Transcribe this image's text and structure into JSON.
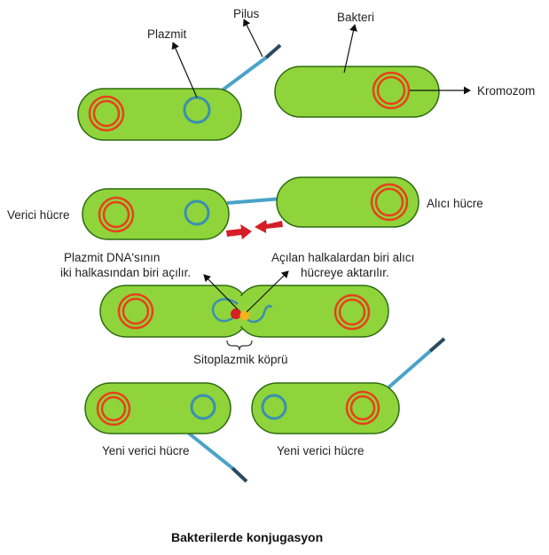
{
  "labels": {
    "pilus": "Pilus",
    "plazmit": "Plazmit",
    "bakteri": "Bakteri",
    "kromozom": "Kromozom",
    "verici": "Verici hücre",
    "alici": "Alıcı hücre",
    "plazmit_dna_1": "Plazmit DNA'sının",
    "plazmit_dna_2": "iki halkasından biri açılır.",
    "acilan_1": "Açılan halkalardan biri alıcı",
    "acilan_2": "hücreye aktarılır.",
    "sitoplazmik": "Sitoplazmik köprü",
    "yeni_verici_1": "Yeni verici hücre",
    "yeni_verici_2": "Yeni verici hücre"
  },
  "caption": "Bakterilerde konjugasyon",
  "colors": {
    "cell_fill": "#8fd43a",
    "cell_stroke": "#2e6b10",
    "chromosome": "#e8401c",
    "plasmid": "#3a8fb0",
    "pilus": "#4aa3c8",
    "arrow_red": "#d41f26"
  }
}
